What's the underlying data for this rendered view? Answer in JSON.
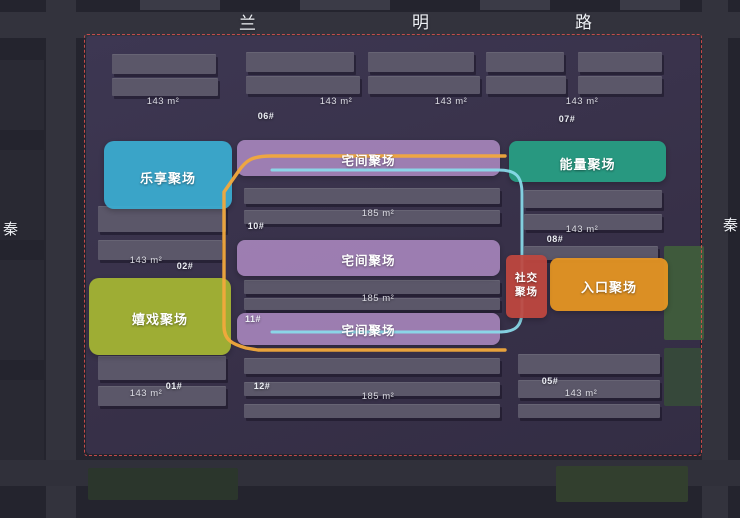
{
  "roads": {
    "top_chars": [
      "兰",
      "明",
      "路"
    ],
    "left": "秦",
    "right": "秦"
  },
  "zones": [
    {
      "label": "乐享聚场",
      "color": "#3aadd2"
    },
    {
      "label": "宅间聚场",
      "color": "rgba(183,146,205,0.85)"
    },
    {
      "label": "能量聚场",
      "color": "#27a085"
    },
    {
      "label": "宅间聚场",
      "color": "rgba(183,146,205,0.85)"
    },
    {
      "label": "社交聚场",
      "color": "#c0473f"
    },
    {
      "label": "入口聚场",
      "color": "#e89722"
    },
    {
      "label": "嬉戏聚场",
      "color": "#a6b733"
    },
    {
      "label": "宅间聚场",
      "color": "rgba(183,146,205,0.85)"
    }
  ],
  "buildings": [
    "06#",
    "07#",
    "10#",
    "08#",
    "02#",
    "11#",
    "01#",
    "12#",
    "05#"
  ],
  "areas": [
    "143 m²",
    "143 m²",
    "143 m²",
    "143 m²",
    "185 m²",
    "143 m²",
    "143 m²",
    "185 m²",
    "143 m²",
    "185 m²",
    "143 m²"
  ],
  "routes": {
    "orange": "#f2a93c",
    "cyan": "#8adcec"
  },
  "boundary_color": "#e0504e"
}
